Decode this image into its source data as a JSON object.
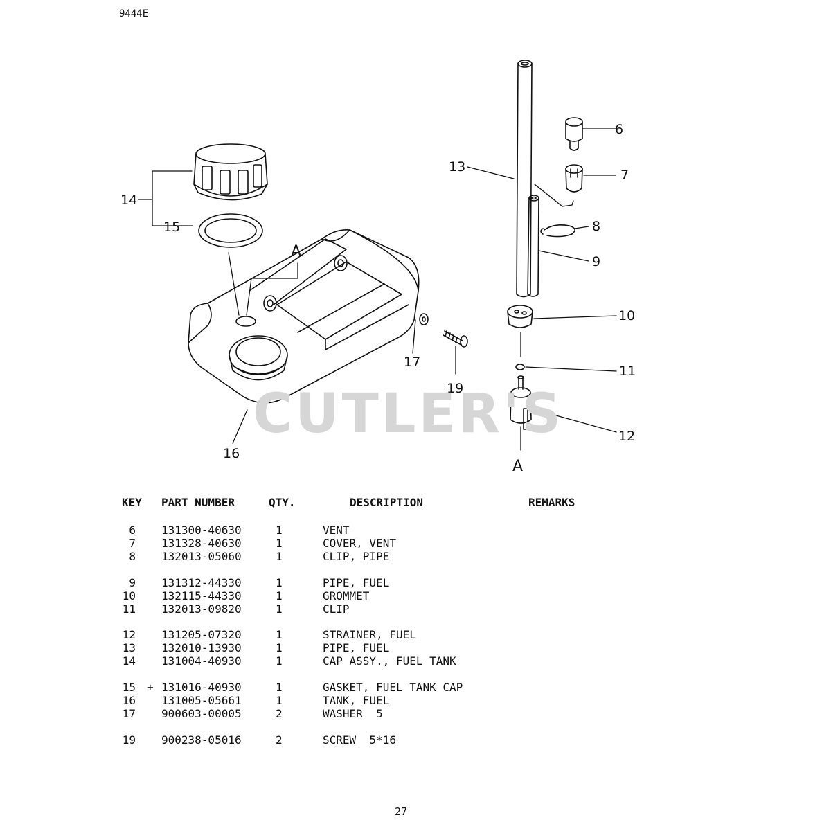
{
  "doc_code": "9444E",
  "watermark": "CUTLER'S",
  "page_number": "27",
  "diagram": {
    "section_marker": "A",
    "callouts": {
      "c6": "6",
      "c7": "7",
      "c8": "8",
      "c9": "9",
      "c10": "10",
      "c11": "11",
      "c12": "12",
      "c13": "13",
      "c14": "14",
      "c15": "15",
      "c16": "16",
      "c17": "17",
      "c19": "19"
    }
  },
  "table": {
    "headers": {
      "key": "KEY",
      "part_number": "PART NUMBER",
      "qty": "QTY.",
      "description": "DESCRIPTION",
      "remarks": "REMARKS"
    },
    "rows": [
      {
        "key": "6",
        "marker": "",
        "part_number": "131300-40630",
        "qty": "1",
        "description": "VENT"
      },
      {
        "key": "7",
        "marker": "",
        "part_number": "131328-40630",
        "qty": "1",
        "description": "COVER, VENT"
      },
      {
        "key": "8",
        "marker": "",
        "part_number": "132013-05060",
        "qty": "1",
        "description": "CLIP, PIPE"
      },
      {
        "key": "9",
        "marker": "",
        "part_number": "131312-44330",
        "qty": "1",
        "description": "PIPE, FUEL"
      },
      {
        "key": "10",
        "marker": "",
        "part_number": "132115-44330",
        "qty": "1",
        "description": "GROMMET"
      },
      {
        "key": "11",
        "marker": "",
        "part_number": "132013-09820",
        "qty": "1",
        "description": "CLIP"
      },
      {
        "key": "12",
        "marker": "",
        "part_number": "131205-07320",
        "qty": "1",
        "description": "STRAINER, FUEL"
      },
      {
        "key": "13",
        "marker": "",
        "part_number": "132010-13930",
        "qty": "1",
        "description": "PIPE, FUEL"
      },
      {
        "key": "14",
        "marker": "",
        "part_number": "131004-40930",
        "qty": "1",
        "description": "CAP ASSY., FUEL TANK"
      },
      {
        "key": "15",
        "marker": "+",
        "part_number": "131016-40930",
        "qty": "1",
        "description": "GASKET, FUEL TANK CAP"
      },
      {
        "key": "16",
        "marker": "",
        "part_number": "131005-05661",
        "qty": "1",
        "description": "TANK, FUEL"
      },
      {
        "key": "17",
        "marker": "",
        "part_number": "900603-00005",
        "qty": "2",
        "description": "WASHER  5"
      },
      {
        "key": "19",
        "marker": "",
        "part_number": "900238-05016",
        "qty": "2",
        "description": "SCREW  5*16"
      }
    ]
  }
}
